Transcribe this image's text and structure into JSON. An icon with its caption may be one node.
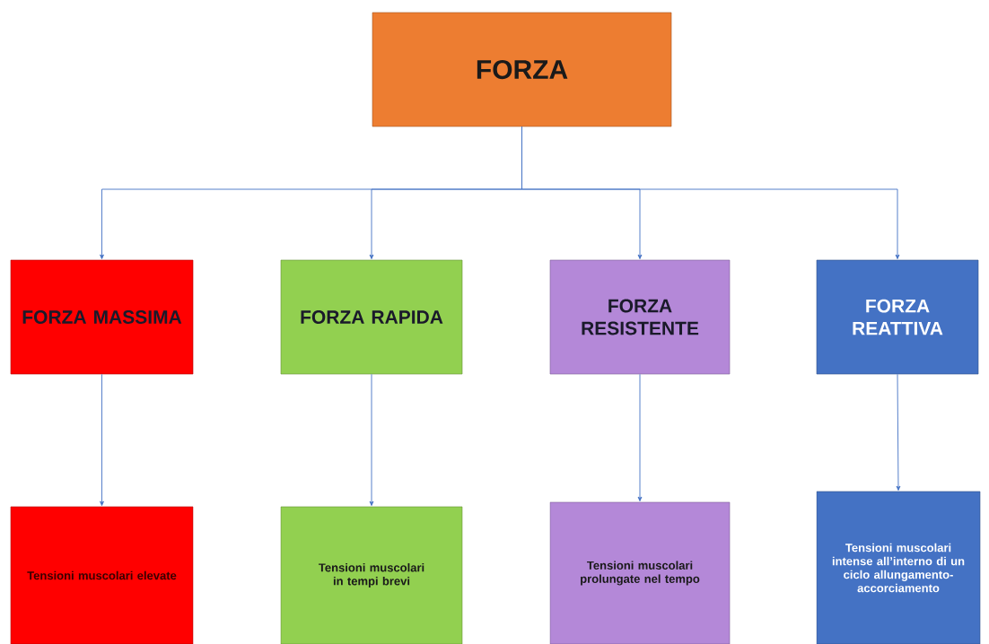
{
  "diagram": {
    "nodes": [
      {
        "text": [
          "FORZA"
        ]
      },
      {
        "text": [
          "FORZA MASSIMA"
        ]
      },
      {
        "text": [
          "FORZA RAPIDA"
        ]
      },
      {
        "text": [
          "FORZA RESISTENTE"
        ]
      },
      {
        "text": [
          "FORZA REATTIVA"
        ]
      },
      {
        "text": [
          "Tensioni muscolari elevate"
        ]
      },
      {
        "text": [
          "Tensioni muscolari in tempi brevi"
        ]
      },
      {
        "text": [
          "Tensioni muscolari prolungate nel tempo"
        ]
      },
      {
        "text": [
          "Tensioni muscolari intense all’interno di un ciclo allungamento-accorciamento"
        ]
      }
    ],
    "edges": [
      {
        "from": 0,
        "to": 1,
        "arrow": "to"
      },
      {
        "from": 0,
        "to": 2,
        "arrow": "to"
      },
      {
        "from": 0,
        "to": 3,
        "arrow": "to"
      },
      {
        "from": 0,
        "to": 4,
        "arrow": "to"
      },
      {
        "from": 1,
        "to": 5,
        "arrow": "to"
      },
      {
        "from": 2,
        "to": 6,
        "arrow": "to"
      },
      {
        "from": 3,
        "to": 7,
        "arrow": "to"
      },
      {
        "from": 4,
        "to": 8,
        "arrow": "to"
      }
    ]
  }
}
